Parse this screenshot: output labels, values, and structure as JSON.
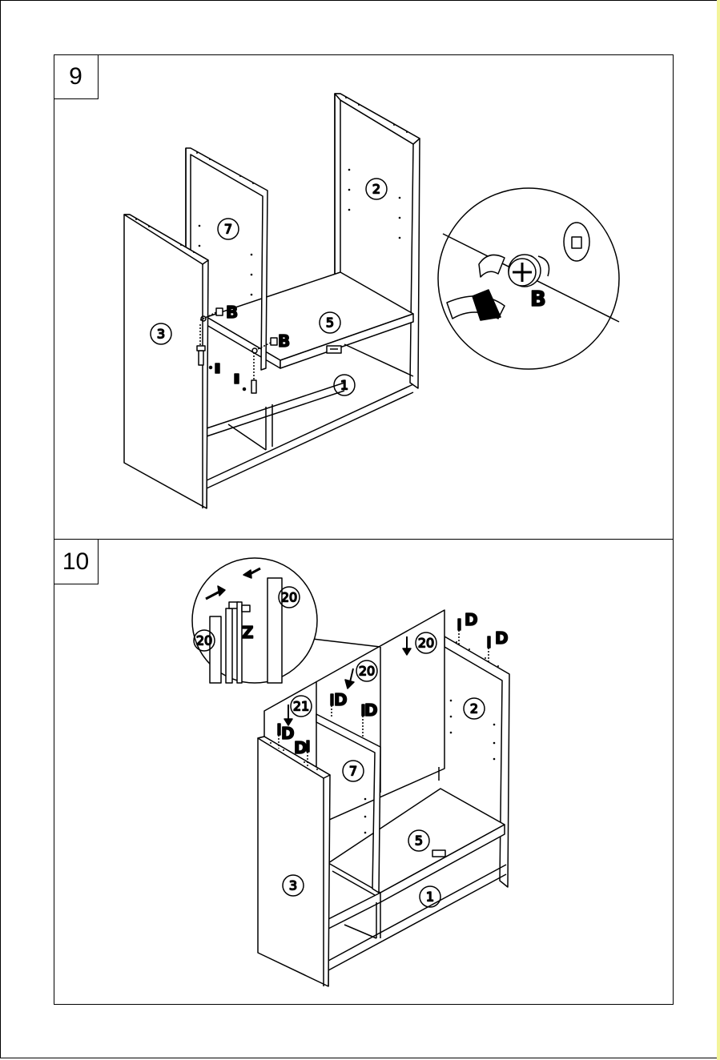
{
  "steps": [
    {
      "number": "9"
    },
    {
      "number": "10"
    }
  ],
  "step9": {
    "parts": [
      "7",
      "2",
      "3",
      "5",
      "1"
    ],
    "hardware": [
      "B",
      "B"
    ],
    "detail_hardware": "B"
  },
  "step10": {
    "parts": [
      "2",
      "7",
      "5",
      "3",
      "1",
      "21",
      "20",
      "20"
    ],
    "detail_parts": [
      "20",
      "20"
    ],
    "detail_profile": "Z",
    "hardware": [
      "D",
      "D",
      "D",
      "D",
      "D",
      "D"
    ]
  }
}
